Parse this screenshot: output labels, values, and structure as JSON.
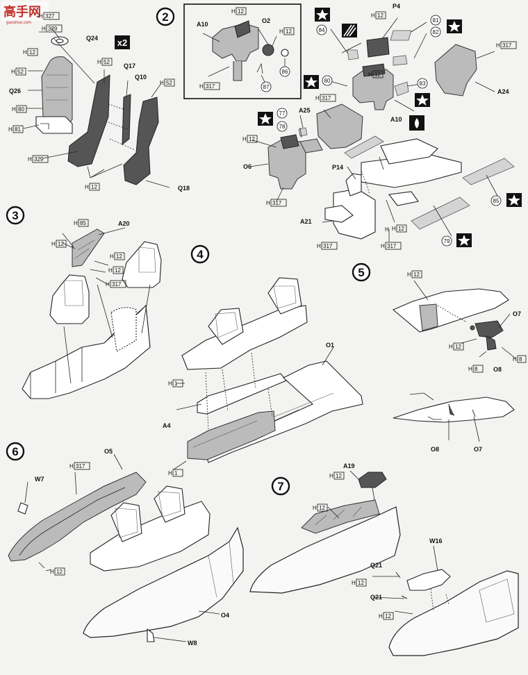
{
  "watermark": {
    "cjk": "高手网",
    "url": "gaoshou.com"
  },
  "step2_extra": "x2",
  "steps": [
    "2",
    "3",
    "4",
    "5",
    "6",
    "7"
  ],
  "labels": {
    "q24": "Q24",
    "q26": "Q26",
    "q17": "Q17",
    "q10": "Q10",
    "q18": "Q18",
    "a10": "A10",
    "a10b": "A10",
    "o2": "O2",
    "p4": "P4",
    "a24": "A24",
    "a25": "A25",
    "o6": "O6",
    "p14": "P14",
    "a21": "A21",
    "a20": "A20",
    "o1": "O1",
    "a4": "A4",
    "o7": "O7",
    "o8": "O8",
    "o8b": "O8",
    "o7b": "O7",
    "w7": "W7",
    "o5": "O5",
    "o4": "O4",
    "w8": "W8",
    "a19": "A19",
    "w16": "W16",
    "q21": "Q21",
    "q21b": "Q21"
  },
  "h_codes": {
    "h327": "327",
    "h329": "329",
    "h52a": "52",
    "h52b": "52",
    "h52c": "52",
    "h80": "80",
    "h81": "81",
    "h329b": "329",
    "h12_1": "12",
    "h12_2": "12",
    "h12_3": "12",
    "h12_4": "12",
    "h317a": "317",
    "h12_5": "12",
    "h12_6": "12",
    "h317b": "317",
    "h12_7": "12",
    "h317c": "317",
    "h317d": "317",
    "h12_8": "12",
    "h317e": "317",
    "h12_9": "12",
    "h85": "85",
    "h12_10": "12",
    "h12_11": "12",
    "h317f": "317",
    "h1a": "1",
    "h1b": "1",
    "h12_12": "12",
    "h12_13": "12",
    "h8a": "8",
    "h8b": "8",
    "h317g": "317",
    "h12_14": "12",
    "h12_15": "12",
    "h12_16": "12",
    "h12_17": "12",
    "h12_18": "12",
    "h317h": "317",
    "h12_19": "12"
  },
  "decal_numbers": {
    "n81": "81",
    "n82": "82",
    "n83": "83",
    "n84": "84",
    "n85": "85",
    "n86": "86",
    "n87": "87",
    "n80": "80",
    "n77": "77",
    "n78": "78",
    "n79": "79"
  }
}
